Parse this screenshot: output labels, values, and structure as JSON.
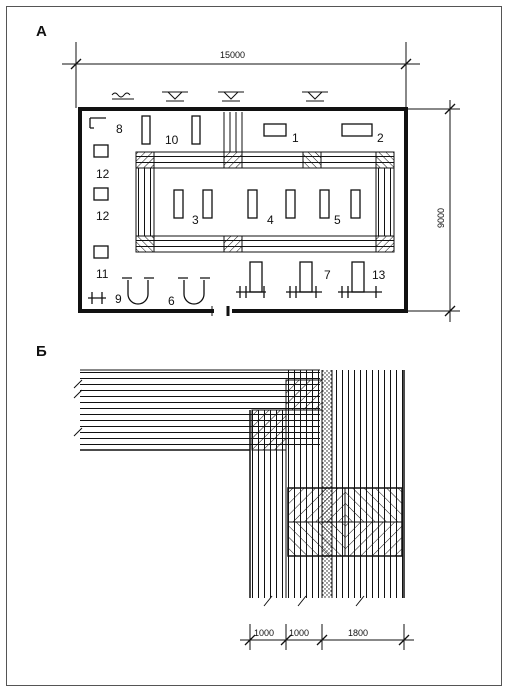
{
  "figure": {
    "section_a_label": "А",
    "section_b_label": "Б"
  },
  "plan_a": {
    "width_dim": "15000",
    "height_dim": "9000",
    "equipment_numbers": [
      "1",
      "2",
      "3",
      "4",
      "5",
      "6",
      "7",
      "8",
      "9",
      "10",
      "11",
      "12",
      "12",
      "13"
    ]
  },
  "detail_b": {
    "dims": [
      "1000",
      "1000",
      "1800"
    ]
  },
  "colors": {
    "ink": "#111111",
    "frame": "#555555"
  }
}
